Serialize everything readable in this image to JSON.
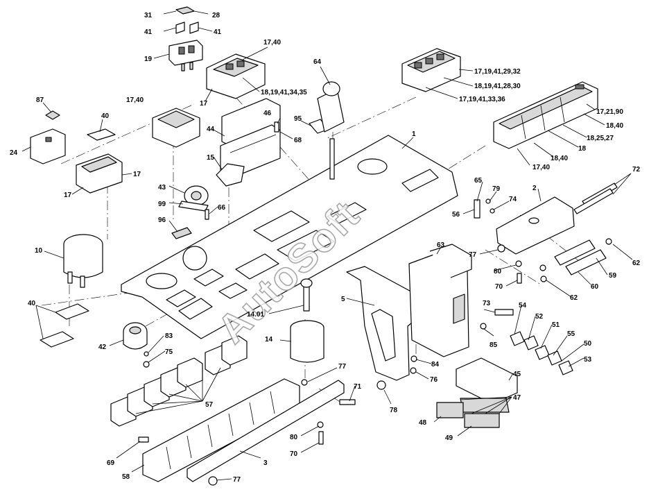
{
  "callouts": [
    {
      "id": "c1",
      "text": "31"
    },
    {
      "id": "c2",
      "text": "28"
    },
    {
      "id": "c3",
      "text": "41"
    },
    {
      "id": "c4",
      "text": "41"
    },
    {
      "id": "c5",
      "text": "19"
    },
    {
      "id": "c6",
      "text": "17,40"
    },
    {
      "id": "c7",
      "text": "18,19,41,34,35"
    },
    {
      "id": "c8",
      "text": "17"
    },
    {
      "id": "c9",
      "text": "64"
    },
    {
      "id": "c10",
      "text": "17,19,41,29,32"
    },
    {
      "id": "c11",
      "text": "18,19,41,28,30"
    },
    {
      "id": "c12",
      "text": "17,19,41,33,36"
    },
    {
      "id": "c13",
      "text": "17,21,90"
    },
    {
      "id": "c14",
      "text": "18,40"
    },
    {
      "id": "c15",
      "text": "18,25,27"
    },
    {
      "id": "c16",
      "text": "18"
    },
    {
      "id": "c17",
      "text": "18,40"
    },
    {
      "id": "c18",
      "text": "17,40"
    },
    {
      "id": "c19",
      "text": "87"
    },
    {
      "id": "c20",
      "text": "17,40"
    },
    {
      "id": "c21",
      "text": "40"
    },
    {
      "id": "c22",
      "text": "46"
    },
    {
      "id": "c23",
      "text": "95"
    },
    {
      "id": "c24",
      "text": "44"
    },
    {
      "id": "c25",
      "text": "68"
    },
    {
      "id": "c26",
      "text": "1"
    },
    {
      "id": "c27",
      "text": "24"
    },
    {
      "id": "c28",
      "text": "17"
    },
    {
      "id": "c29",
      "text": "17"
    },
    {
      "id": "c30",
      "text": "15"
    },
    {
      "id": "c31",
      "text": "43"
    },
    {
      "id": "c32",
      "text": "99"
    },
    {
      "id": "c33",
      "text": "66"
    },
    {
      "id": "c34",
      "text": "65"
    },
    {
      "id": "c35",
      "text": "79"
    },
    {
      "id": "c36",
      "text": "74"
    },
    {
      "id": "c37",
      "text": "2"
    },
    {
      "id": "c38",
      "text": "72"
    },
    {
      "id": "c39",
      "text": "56"
    },
    {
      "id": "c40",
      "text": "96"
    },
    {
      "id": "c41",
      "text": "10"
    },
    {
      "id": "c42",
      "text": "63"
    },
    {
      "id": "c43",
      "text": "77"
    },
    {
      "id": "c44",
      "text": "80"
    },
    {
      "id": "c45",
      "text": "70"
    },
    {
      "id": "c46",
      "text": "62"
    },
    {
      "id": "c47",
      "text": "59"
    },
    {
      "id": "c48",
      "text": "60"
    },
    {
      "id": "c49",
      "text": "62"
    },
    {
      "id": "c50",
      "text": "40"
    },
    {
      "id": "c51",
      "text": "5"
    },
    {
      "id": "c52",
      "text": "73"
    },
    {
      "id": "c53",
      "text": "54"
    },
    {
      "id": "c54",
      "text": "52"
    },
    {
      "id": "c55",
      "text": "14.01"
    },
    {
      "id": "c56",
      "text": "51"
    },
    {
      "id": "c57",
      "text": "55"
    },
    {
      "id": "c58",
      "text": "50"
    },
    {
      "id": "c59",
      "text": "85"
    },
    {
      "id": "c60",
      "text": "53"
    },
    {
      "id": "c61",
      "text": "14"
    },
    {
      "id": "c62",
      "text": "83"
    },
    {
      "id": "c63",
      "text": "42"
    },
    {
      "id": "c64",
      "text": "75"
    },
    {
      "id": "c65",
      "text": "84"
    },
    {
      "id": "c66",
      "text": "76"
    },
    {
      "id": "c67",
      "text": "45"
    },
    {
      "id": "c68",
      "text": "77"
    },
    {
      "id": "c69",
      "text": "71"
    },
    {
      "id": "c70",
      "text": "78"
    },
    {
      "id": "c71",
      "text": "47"
    },
    {
      "id": "c72",
      "text": "57"
    },
    {
      "id": "c73",
      "text": "48"
    },
    {
      "id": "c74",
      "text": "80"
    },
    {
      "id": "c75",
      "text": "49"
    },
    {
      "id": "c76",
      "text": "70"
    },
    {
      "id": "c77",
      "text": "69"
    },
    {
      "id": "c78",
      "text": "3"
    },
    {
      "id": "c79",
      "text": "58"
    },
    {
      "id": "c80",
      "text": "77"
    }
  ],
  "watermark": "AutoSoft",
  "colors": {
    "line": "#000000",
    "shade": "#d8d8d8",
    "watermark": "#9a9a9a"
  }
}
